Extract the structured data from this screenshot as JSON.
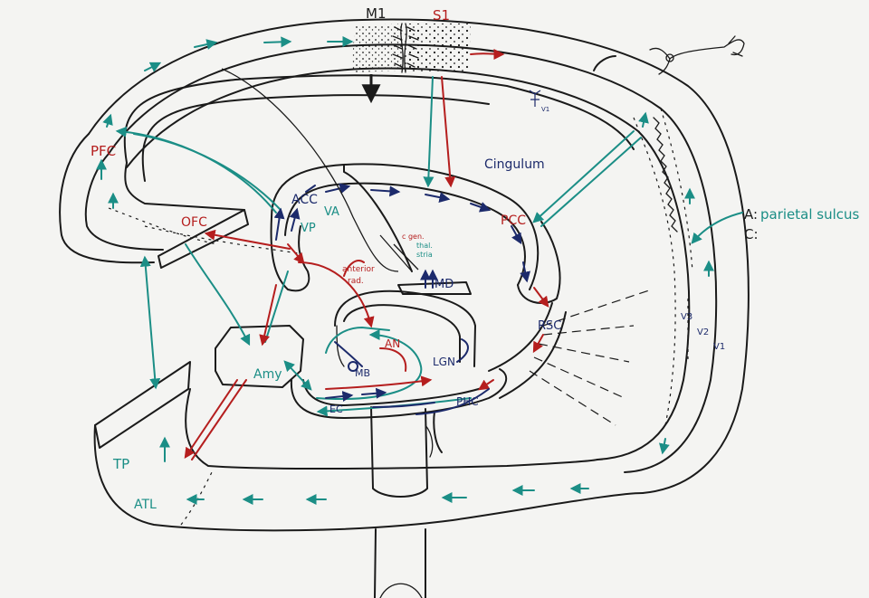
{
  "colors": {
    "ink": "#1a1a1a",
    "teal": "#1b8e86",
    "red": "#b51e1e",
    "navy": "#1c2a6b",
    "paper": "#f4f4f2"
  },
  "labels": {
    "m1": "M1",
    "s1": "S1",
    "pfc": "PFC",
    "ofc": "OFC",
    "acc": "ACC",
    "vp": "VP",
    "va": "VA",
    "cingulum": "Cingulum",
    "pcc": "PCC",
    "rsc": "RSC",
    "md": "MD",
    "an": "AN",
    "mb": "MB",
    "lgn": "LGN",
    "ec": "EC",
    "phc": "PHC",
    "amy": "Amy",
    "tp": "TP",
    "atl": "ATL",
    "anterior_rad_1": "anterior",
    "anterior_rad_2": "rad.",
    "small_1": "c gen.",
    "small_2": "thal.",
    "small_3": "stria",
    "parietal_a": "A:",
    "parietal_sulcus": "parietal sulcus",
    "parietal_c": "C:",
    "v1": "V1",
    "v2": "V2",
    "v3": "V3",
    "v_small": "V1"
  }
}
